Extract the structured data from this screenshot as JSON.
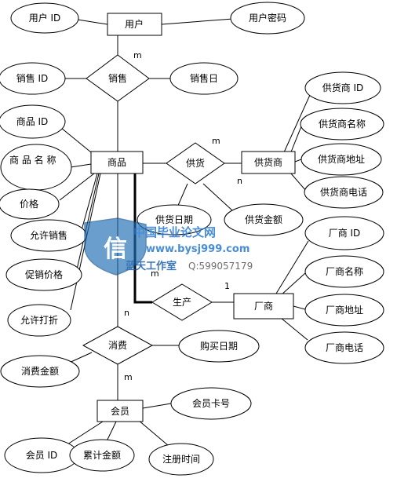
{
  "diagram": {
    "entities": [
      {
        "id": "user",
        "label": "用户"
      },
      {
        "id": "product",
        "label": "商品"
      },
      {
        "id": "supplier",
        "label": "供货商"
      },
      {
        "id": "manufacturer",
        "label": "厂商"
      },
      {
        "id": "member",
        "label": "会员"
      }
    ],
    "relationships": [
      {
        "id": "sale",
        "label": "销售"
      },
      {
        "id": "supply",
        "label": "供货"
      },
      {
        "id": "produce",
        "label": "生产"
      },
      {
        "id": "consume",
        "label": "消费"
      }
    ],
    "attributes": [
      {
        "id": "user_id",
        "label": "用户 ID"
      },
      {
        "id": "user_pwd",
        "label": "用户密码"
      },
      {
        "id": "sale_id",
        "label": "销售 ID"
      },
      {
        "id": "sale_date",
        "label": "销售日"
      },
      {
        "id": "product_id",
        "label": "商品 ID"
      },
      {
        "id": "product_name",
        "label": "商 品 名 称"
      },
      {
        "id": "price",
        "label": "价格"
      },
      {
        "id": "allow_sale",
        "label": "允许销售"
      },
      {
        "id": "promo_price",
        "label": "促销价格"
      },
      {
        "id": "allow_discount",
        "label": "允许打折"
      },
      {
        "id": "supplier_id",
        "label": "供货商 ID"
      },
      {
        "id": "supplier_name",
        "label": "供货商名称"
      },
      {
        "id": "supplier_addr",
        "label": "供货商地址"
      },
      {
        "id": "supplier_phone",
        "label": "供货商电话"
      },
      {
        "id": "supply_date",
        "label": "供货日期"
      },
      {
        "id": "supply_amount",
        "label": "供货金额"
      },
      {
        "id": "mfr_id",
        "label": "厂商 ID"
      },
      {
        "id": "mfr_name",
        "label": "厂商名称"
      },
      {
        "id": "mfr_addr",
        "label": "厂商地址"
      },
      {
        "id": "mfr_phone",
        "label": "厂商电话"
      },
      {
        "id": "consume_amount",
        "label": "消费金额"
      },
      {
        "id": "buy_date",
        "label": "购买日期"
      },
      {
        "id": "member_card",
        "label": "会员卡号"
      },
      {
        "id": "member_id",
        "label": "会员 ID"
      },
      {
        "id": "total_amount",
        "label": "累计金额"
      },
      {
        "id": "reg_time",
        "label": "注册时间"
      }
    ],
    "cardinalities": {
      "user_sale": "m",
      "product_supply": "m",
      "supply_supplier": "n",
      "product_produce": "m",
      "produce_mfr": "1",
      "product_consume": "n",
      "consume_member": "m"
    }
  },
  "watermark": {
    "glyph": "信",
    "title": "中国毕业论文网",
    "url": "www.bysj999.com",
    "studio": "蓝天工作室",
    "qq": "Q:599057179",
    "colors": {
      "shield": "#1f6fb5",
      "title": "#2a7ad0",
      "studio": "#1a5fa8"
    }
  }
}
